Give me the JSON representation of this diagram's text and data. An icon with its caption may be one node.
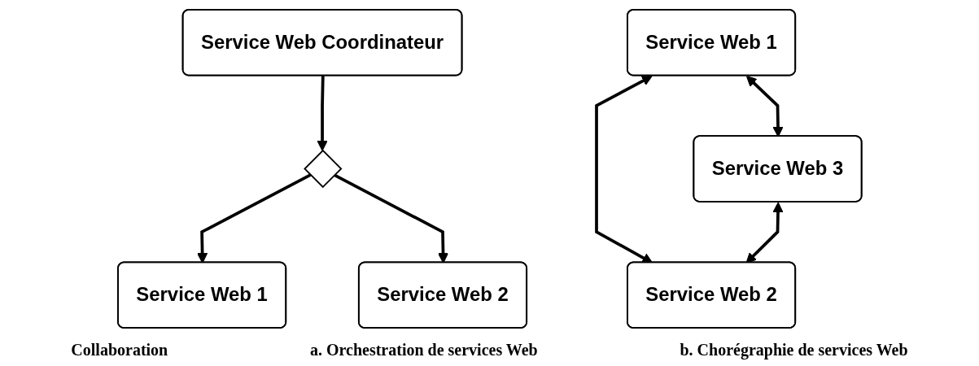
{
  "diagram": {
    "nodes": [
      {
        "text": [
          "Service Web Coordinateur"
        ]
      },
      {
        "text": [],
        "shape": "diamond"
      },
      {
        "text": [
          "Service Web 1"
        ]
      },
      {
        "text": [
          "Service Web 2"
        ]
      },
      {
        "text": [
          "Service Web 1"
        ]
      },
      {
        "text": [
          "Service Web 3"
        ]
      },
      {
        "text": [
          "Service Web 2"
        ]
      }
    ],
    "edges": [
      {
        "from": 0,
        "to": 1,
        "arrow": "to"
      },
      {
        "from": 1,
        "to": 2,
        "arrow": "to"
      },
      {
        "from": 1,
        "to": 3,
        "arrow": "to"
      },
      {
        "from": 4,
        "to": 5,
        "arrow": "both"
      },
      {
        "from": 4,
        "to": 6,
        "arrow": "both"
      },
      {
        "from": 5,
        "to": 6,
        "arrow": "both"
      }
    ],
    "labels": [
      "Collaboration",
      "a. Orchestration de services Web",
      "b. Chorégraphie de services Web"
    ]
  }
}
